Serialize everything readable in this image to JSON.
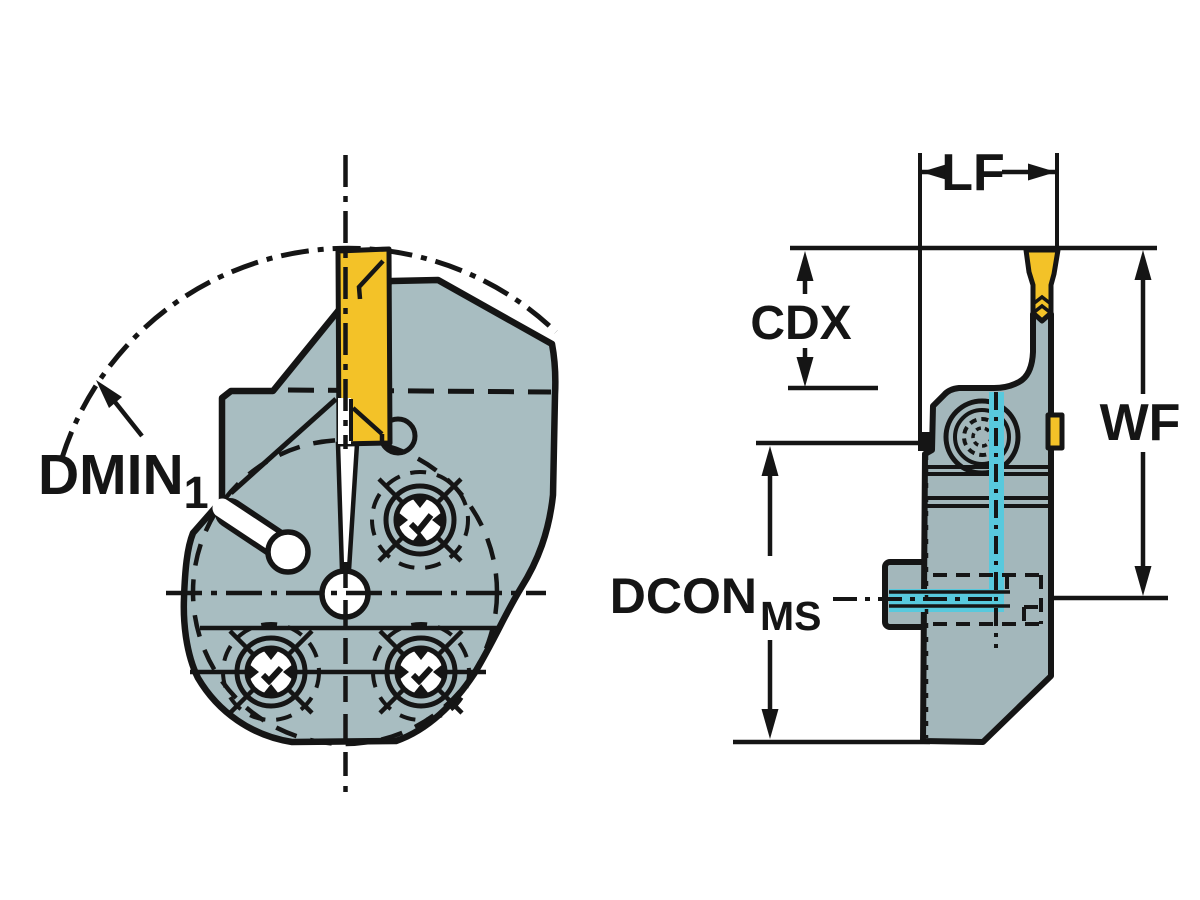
{
  "drawing": {
    "kind": "tool-holder engineering drawing",
    "views": {
      "front": "front view",
      "side": "side view"
    }
  },
  "labels": {
    "dmin_main": "DMIN",
    "dmin_sub": "1",
    "cdx": "CDX",
    "lf": "LF",
    "wf": "WF",
    "dcon_main": "DCON",
    "dcon_sub": "MS"
  },
  "colors": {
    "background": "#ffffff",
    "body": "#a8bdc1",
    "body_side": "#a3b7bb",
    "insert_yellow": "#f3c228",
    "coolant_cyan": "#58c9dd",
    "line": "#151515"
  }
}
